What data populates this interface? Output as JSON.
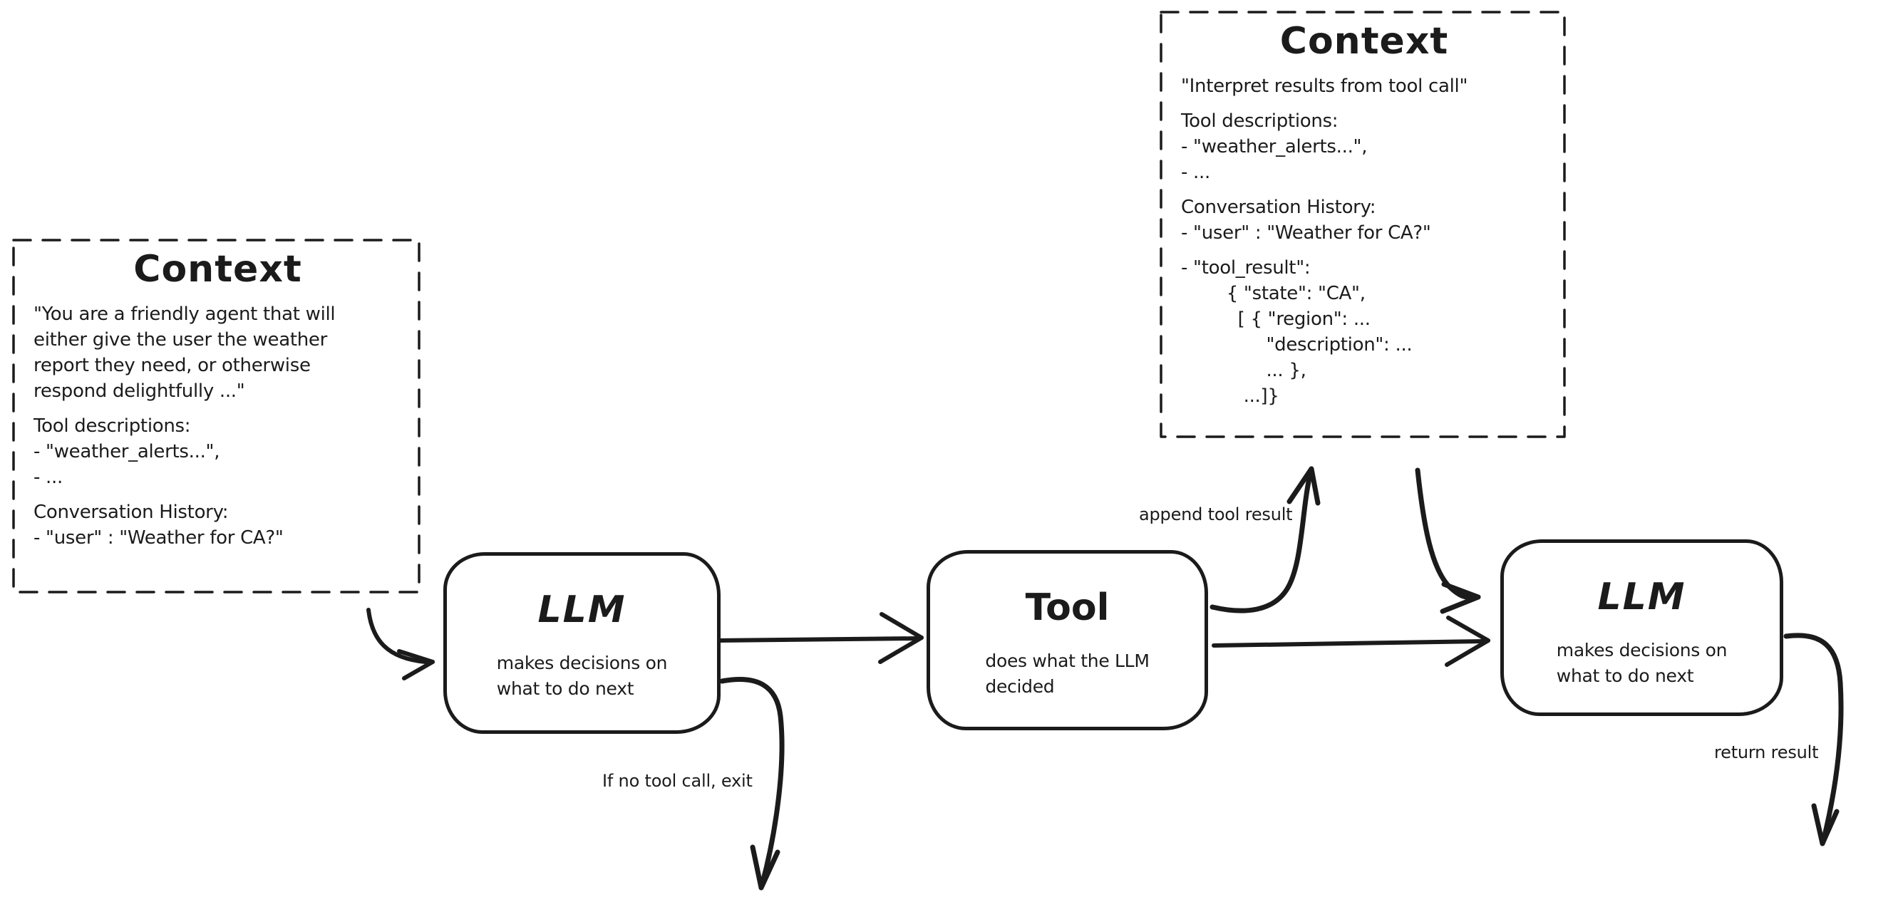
{
  "canvas": {
    "background": "#ffffff",
    "ink": "#1b1b1b"
  },
  "context_left": {
    "title": "Context",
    "paragraphs": [
      [
        "\"You are a friendly agent that will",
        "either give the user the weather",
        "report they need, or otherwise",
        "respond delightfully ...\""
      ],
      [
        "Tool descriptions:",
        "- \"weather_alerts...\",",
        "- ..."
      ],
      [
        "Conversation History:",
        "- \"user\" : \"Weather for CA?\""
      ]
    ]
  },
  "context_top": {
    "title": "Context",
    "paragraphs": [
      [
        "\"Interpret results from tool call\""
      ],
      [
        "Tool descriptions:",
        "- \"weather_alerts...\",",
        "- ..."
      ],
      [
        "Conversation History:",
        "- \"user\" : \"Weather for CA?\""
      ],
      [
        "- \"tool_result\":",
        "        { \"state\": \"CA\",",
        "          [ { \"region\": ...",
        "               \"description\": ...",
        "               ... },",
        "           ...]}"
      ]
    ]
  },
  "nodes": {
    "llm1": {
      "title": "LLM",
      "subtitle_lines": [
        "makes decisions on",
        "what to do next"
      ]
    },
    "tool": {
      "title": "Tool",
      "subtitle_lines": [
        "does what the LLM",
        "decided"
      ]
    },
    "llm2": {
      "title": "LLM",
      "subtitle_lines": [
        "makes decisions on",
        "what to do next"
      ]
    }
  },
  "edge_labels": {
    "append_tool_result": "append tool result",
    "no_tool_exit": "If no tool call, exit",
    "return_result": "return result"
  }
}
